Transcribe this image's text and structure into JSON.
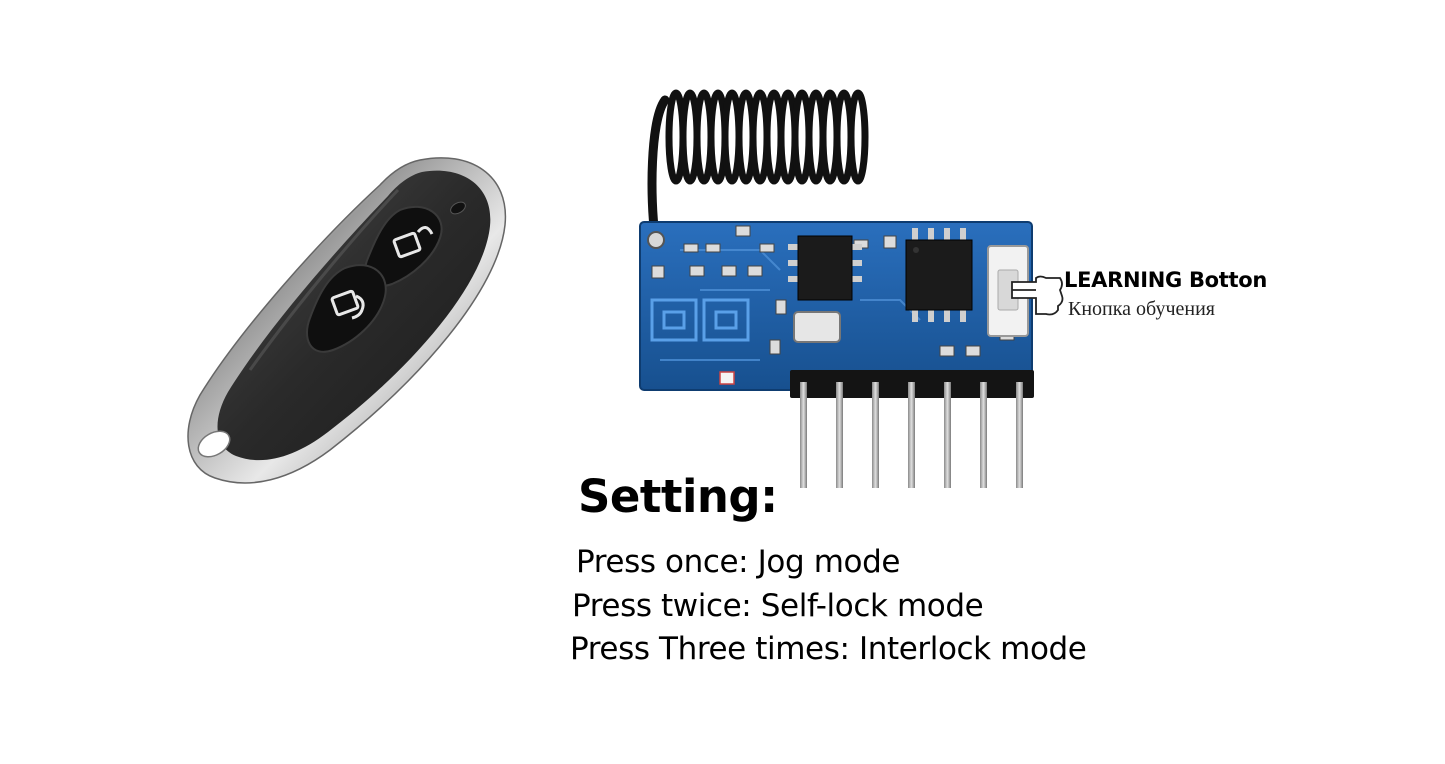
{
  "learning_button": {
    "label_en": "LEARNING Botton",
    "label_ru": "Кнопка обучения"
  },
  "setting": {
    "title": "Setting:",
    "modes": [
      "Press once: Jog mode",
      "Press twice: Self-lock mode",
      "Press Three times: Interlock mode"
    ]
  },
  "colors": {
    "pcb": "#1f5fa8",
    "remote_body": "#2b2b2b",
    "chrome": "#c9c9c9",
    "antenna": "#111111"
  }
}
